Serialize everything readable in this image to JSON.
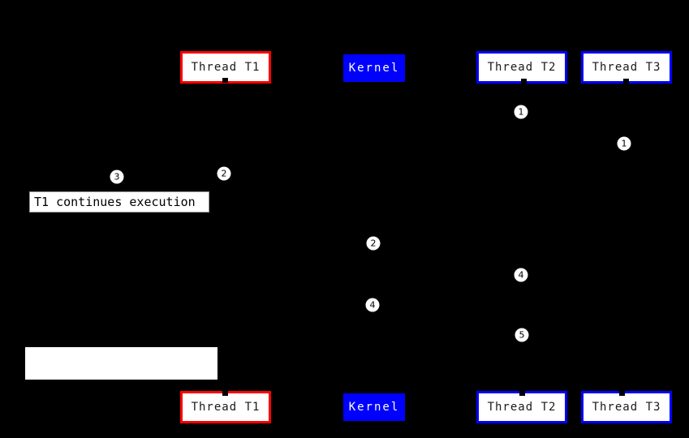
{
  "colors": {
    "background": "#000000",
    "thread_t1_border": "#ff0000",
    "thread_t2_t3_border": "#0000ff",
    "kernel_bg": "#0000ff",
    "node_bg": "#ffffff",
    "node_text": "#1a1a1a",
    "kernel_text": "#ffffff",
    "marker_bg": "#ffffff",
    "marker_text": "#000000"
  },
  "diagram": {
    "top_row": {
      "thread_t1": "Thread T1",
      "kernel": "Kernel",
      "thread_t2": "Thread T2",
      "thread_t3": "Thread T3"
    },
    "bottom_row": {
      "thread_t1": "Thread T1",
      "kernel": "Kernel",
      "thread_t2": "Thread T2",
      "thread_t3": "Thread T3"
    },
    "annotation": "T1 continues execution",
    "markers": [
      "1",
      "1",
      "3",
      "2",
      "2",
      "4",
      "4",
      "5"
    ]
  }
}
